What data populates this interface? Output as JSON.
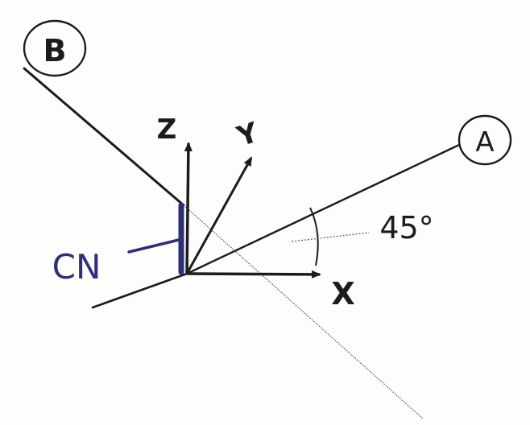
{
  "labels": {
    "point_b": "B",
    "point_a": "A",
    "axis_z": "Z",
    "axis_y": "Y",
    "axis_x": "X",
    "angle": "45°",
    "cn": "CN"
  },
  "colors": {
    "ink": "#1c1c1c",
    "blue_ink": "#2e2f7a",
    "paper": "#fdfdfc"
  }
}
